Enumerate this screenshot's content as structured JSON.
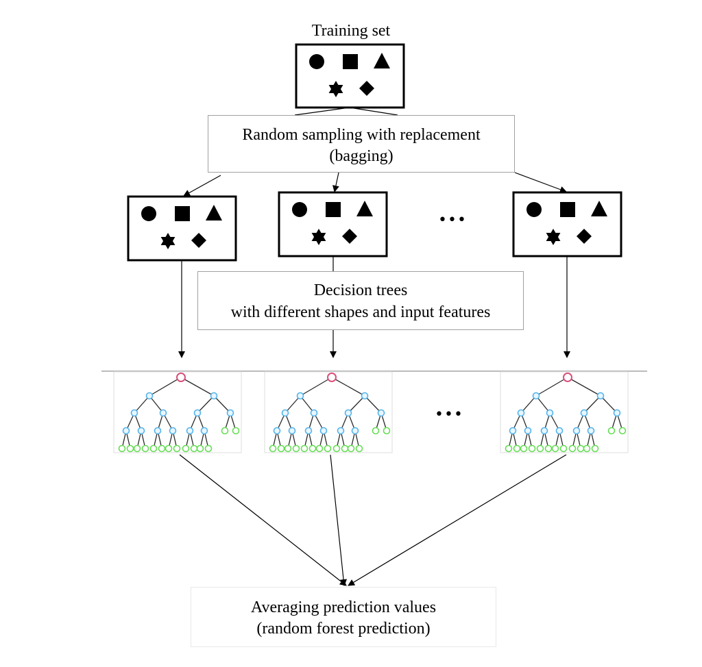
{
  "title": "Training set",
  "bagging": {
    "line1": "Random sampling with replacement",
    "line2": "(bagging)"
  },
  "decision_trees": {
    "line1": "Decision trees",
    "line2": "with different shapes and input features"
  },
  "averaging": {
    "line1": "Averaging prediction values",
    "line2": "(random forest prediction)"
  },
  "ellipsis": "•••",
  "shape_icons": [
    "circle-icon",
    "square-icon",
    "triangle-icon",
    "star-of-david-icon",
    "diamond-icon"
  ],
  "colors": {
    "root_node": "#d8507a",
    "internal_node": "#55b4ea",
    "leaf_node": "#66dd55",
    "shape_fill": "#000000",
    "box_border_light": "#a0a0a0"
  }
}
